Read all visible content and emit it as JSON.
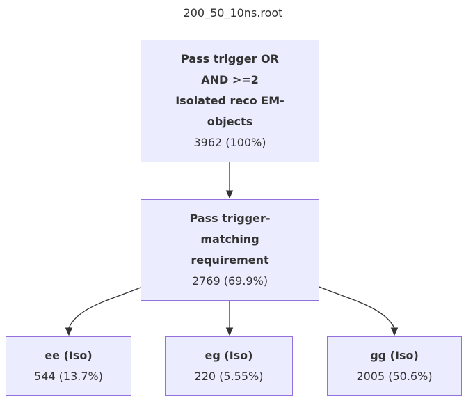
{
  "title": "200_50_10ns.root",
  "colors": {
    "node_fill": "#ECECFF",
    "node_border": "#9370DB",
    "edge": "#333333",
    "text": "#333333"
  },
  "flowchart": {
    "nodes": [
      {
        "id": "root",
        "label": "Pass trigger OR\nAND >=2\nIsolated reco EM-\nobjects",
        "value": "3962 (100%)"
      },
      {
        "id": "trigger_matching",
        "label": "Pass trigger-\nmatching\nrequirement",
        "value": "2769 (69.9%)"
      },
      {
        "id": "ee",
        "label": "ee (Iso)",
        "value": "544 (13.7%)"
      },
      {
        "id": "eg",
        "label": "eg (Iso)",
        "value": "220 (5.55%)"
      },
      {
        "id": "gg",
        "label": "gg (Iso)",
        "value": "2005 (50.6%)"
      }
    ],
    "edges": [
      {
        "from": "root",
        "to": "trigger_matching"
      },
      {
        "from": "trigger_matching",
        "to": "ee"
      },
      {
        "from": "trigger_matching",
        "to": "eg"
      },
      {
        "from": "trigger_matching",
        "to": "gg"
      }
    ]
  }
}
